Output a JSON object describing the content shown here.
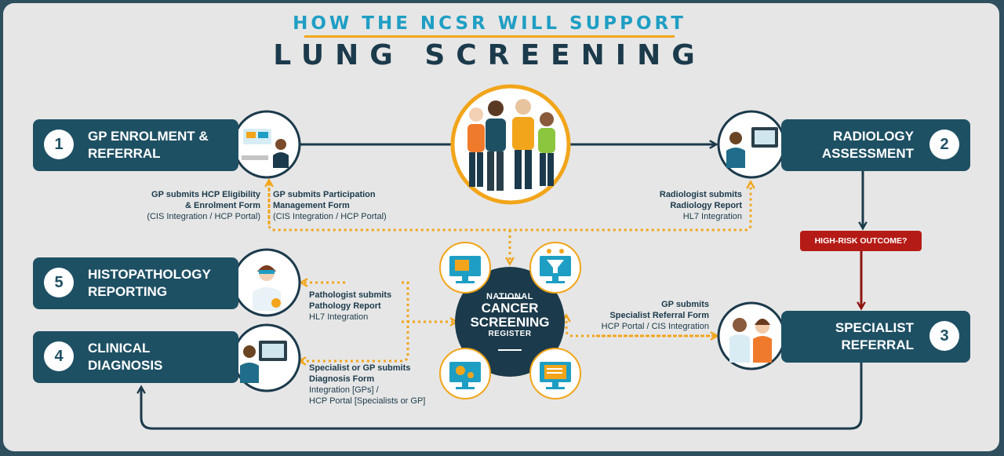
{
  "title": {
    "line1": "HOW THE NCSR WILL SUPPORT",
    "line2": "LUNG SCREENING"
  },
  "stages": {
    "s1": {
      "number": "1",
      "line1": "GP ENROLMENT &",
      "line2": "REFERRAL"
    },
    "s2": {
      "number": "2",
      "line1": "RADIOLOGY",
      "line2": "ASSESSMENT"
    },
    "s3": {
      "number": "3",
      "line1": "SPECIALIST",
      "line2": "REFERRAL"
    },
    "s4": {
      "number": "4",
      "line1": "CLINICAL",
      "line2": "DIAGNOSIS"
    },
    "s5": {
      "number": "5",
      "line1": "HISTOPATHOLOGY",
      "line2": "REPORTING"
    }
  },
  "notes": {
    "gp_eligibility": {
      "b1": "GP submits HCP Eligibility",
      "b2": "& Enrolment Form",
      "r1": "(CIS Integration / HCP Portal)"
    },
    "gp_participation": {
      "b1": "GP submits Participation",
      "b2": "Management Form",
      "r1": "(CIS Integration / HCP Portal)"
    },
    "radiologist": {
      "b1": "Radiologist submits",
      "b2": "Radiology Report",
      "r1": "HL7 Integration"
    },
    "pathologist": {
      "b1": "Pathologist submits",
      "b2": "Pathology Report",
      "r1": "HL7 Integration"
    },
    "gp_specialist": {
      "b1": "GP submits",
      "b2": "Specialist Referral Form",
      "r1": "HCP Portal / CIS Integration"
    },
    "diagnosis": {
      "b1": "Specialist or GP submits",
      "b2": "Diagnosis Form",
      "r1": "Integration [GPs] /",
      "r2": "HCP Portal [Specialists or GP]"
    }
  },
  "decision": {
    "label": "HIGH-RISK OUTCOME?"
  },
  "ncsr": {
    "line1": "NATIONAL",
    "line2": "CANCER",
    "line3": "SCREENING",
    "line4": "REGISTER"
  },
  "icons": {
    "center": "people-group-illustration",
    "gp": "doctor-at-desk-illustration",
    "radiology": "radiologist-at-computer-illustration",
    "histopathology": "pathologist-microscope-illustration",
    "clinical": "clinician-at-computer-illustration",
    "specialist": "two-doctors-illustration",
    "ncsr_orbit": [
      "folder-monitor-icon",
      "filter-monitor-icon",
      "gears-monitor-icon",
      "document-monitor-icon"
    ]
  },
  "colors": {
    "navy": "#1e5064",
    "dark": "#1b3a4b",
    "teal": "#1f9ec4",
    "gold": "#f2a51a",
    "red": "#b51b16",
    "background": "#e6e6e6"
  }
}
